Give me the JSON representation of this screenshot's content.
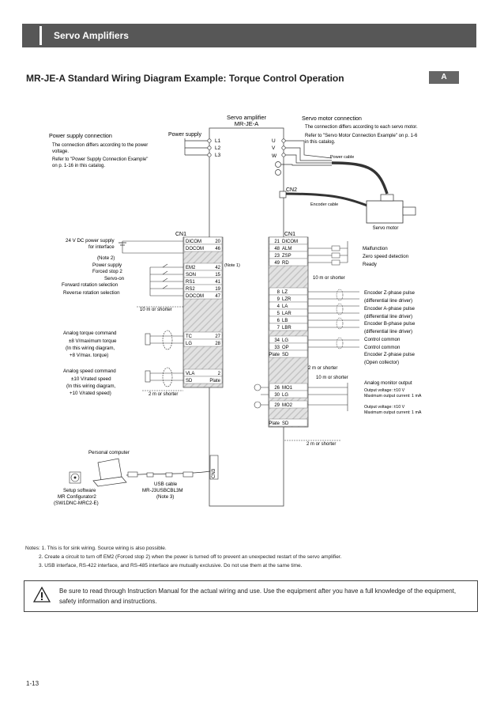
{
  "header": {
    "section_title": "Servo Amplifiers"
  },
  "page_title": "MR-JE-A Standard Wiring Diagram Example: Torque Control Operation",
  "section_tab": "A",
  "diagram": {
    "amp_title": "Servo amplifier",
    "amp_model": "MR-JE-A",
    "motor_conn_title": "Servo motor connection",
    "motor_conn_desc1": "The connection differs according to each servo motor.",
    "motor_conn_desc2": "Refer to \"Servo Motor Connection Example\" on p. 1-6",
    "motor_conn_desc3": "in this catalog.",
    "psu_conn_title": "Power supply connection",
    "psu_desc1": "The connection differs according to the power",
    "psu_desc2": "voltage.",
    "psu_desc3": "Refer to \"Power Supply Connection Example\"",
    "psu_desc4": "on p. 1-16 in this catalog.",
    "power_supply": "Power supply",
    "L1": "L1",
    "L2": "L2",
    "L3": "L3",
    "U": "U",
    "V": "V",
    "W": "W",
    "power_cable": "Power cable",
    "cn2": "CN2",
    "encoder_cable": "Encoder cable",
    "servo_motor": "Servo motor",
    "cn1_left": "CN1",
    "cn1_right": "CN1",
    "cn3": "CN3",
    "dc24": "24 V DC power supply",
    "for_interface": "for interface",
    "note2": "(Note 2)",
    "note2_ps": "Power supply",
    "forced_stop": "Forced stop 2",
    "servo_on": "Servo-on",
    "fwd_sel": "Forward rotation selection",
    "rev_sel": "Reverse rotation selection",
    "note1": "(Note 1)",
    "ten_m_left": "10 m or shorter",
    "ten_m_right": "10 m or shorter",
    "ten_m_right2": "10 m or shorter",
    "two_m_left": "2 m or shorter",
    "two_m_right1": "2 m or shorter",
    "two_m_right2": "2 m or shorter",
    "left_pins": [
      {
        "sig": "DICOM",
        "num": "20"
      },
      {
        "sig": "DOCOM",
        "num": "46"
      },
      {
        "sig": "EM2",
        "num": "42"
      },
      {
        "sig": "SON",
        "num": "15"
      },
      {
        "sig": "RS1",
        "num": "41"
      },
      {
        "sig": "RS2",
        "num": "19"
      },
      {
        "sig": "DOCOM",
        "num": "47"
      },
      {
        "sig": "TC",
        "num": "27"
      },
      {
        "sig": "LG",
        "num": "28"
      },
      {
        "sig": "VLA",
        "num": "2"
      },
      {
        "sig": "SD",
        "num": "Plate"
      }
    ],
    "right_pins": [
      {
        "num": "21",
        "sig": "DICOM"
      },
      {
        "num": "48",
        "sig": "ALM"
      },
      {
        "num": "23",
        "sig": "ZSP"
      },
      {
        "num": "49",
        "sig": "RD"
      },
      {
        "num": "8",
        "sig": "LZ"
      },
      {
        "num": "9",
        "sig": "LZR"
      },
      {
        "num": "4",
        "sig": "LA"
      },
      {
        "num": "5",
        "sig": "LAR"
      },
      {
        "num": "6",
        "sig": "LB"
      },
      {
        "num": "7",
        "sig": "LBR"
      },
      {
        "num": "34",
        "sig": "LG"
      },
      {
        "num": "33",
        "sig": "OP"
      },
      {
        "num": "Plate",
        "sig": "SD"
      },
      {
        "num": "26",
        "sig": "MO1"
      },
      {
        "num": "30",
        "sig": "LG"
      },
      {
        "num": "29",
        "sig": "MO2"
      },
      {
        "num": "Plate",
        "sig": "SD"
      }
    ],
    "malfunction": "Malfunction",
    "zero_speed": "Zero speed detection",
    "ready": "Ready",
    "enc_z1": "Encoder Z-phase pulse",
    "enc_z2": "(differential line driver)",
    "enc_a1": "Encoder A-phase pulse",
    "enc_a2": "(differential line driver)",
    "enc_b1": "Encoder B-phase pulse",
    "enc_b2": "(differential line driver)",
    "ctrl_common1": "Control common",
    "ctrl_common2": "Control common",
    "enc_z_oc1": "Encoder Z-phase pulse",
    "enc_z_oc2": "(Open collector)",
    "analog_mon": "Analog monitor output",
    "out_v1": "Output voltage: ±10 V",
    "out_i1": "Maximum output current: 1 mA",
    "out_v2": "Output voltage: ±10 V",
    "out_i2": "Maximum output current: 1 mA",
    "torque_cmd1": "Analog torque command",
    "torque_cmd2": "±8 V/maximum torque",
    "torque_cmd3": "(In this wiring diagram,",
    "torque_cmd4": "+8 V/max. torque)",
    "speed_cmd1": "Analog speed command",
    "speed_cmd2": "±10 V/rated speed",
    "speed_cmd3": "(In this wiring diagram,",
    "speed_cmd4": "+10 V/rated speed)",
    "pc": "Personal computer",
    "setup1": "Setup software",
    "setup2": "MR Configurator2",
    "setup3": "(SW1DNC-MRC2-E)",
    "usb1": "USB cable",
    "usb2": "MR-J3USBCBL3M",
    "usb3": "(Note 3)"
  },
  "notes": {
    "n1": "Notes: 1. This is for sink wiring. Source wiring is also possible.",
    "n2": "2. Create a circuit to turn off EM2 (Forced stop 2) when the power is turned off to prevent an unexpected restart of the servo amplifier.",
    "n3": "3. USB interface, RS-422 interface, and RS-485 interface are mutually exclusive. Do not use them at the same time."
  },
  "caution": "Be sure to read through Instruction Manual for the actual wiring and use. Use the equipment after you have a full knowledge of the equipment, safety information and instructions.",
  "page_number": "1-13",
  "colors": {
    "header_bg": "#575757",
    "hatch": "#d9d9d9",
    "line": "#333333"
  }
}
